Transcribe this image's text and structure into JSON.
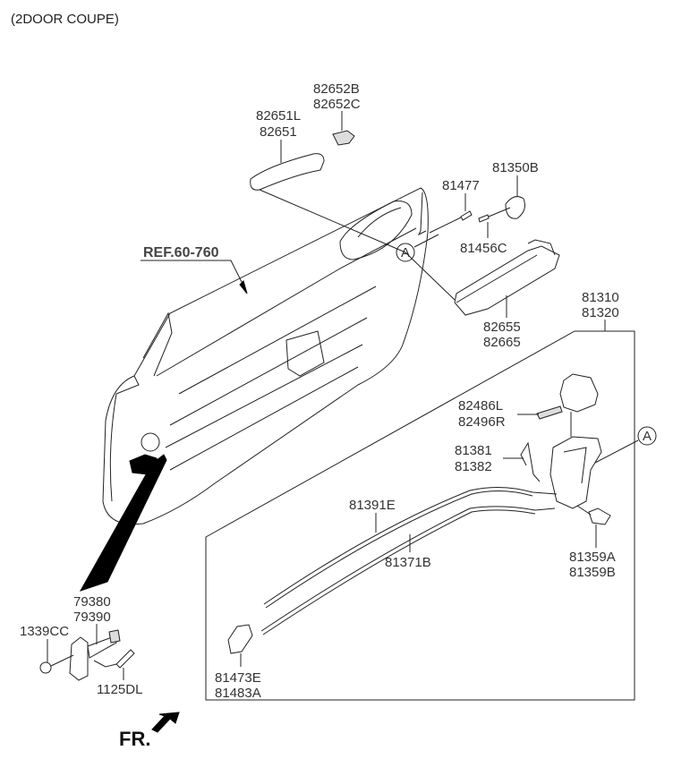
{
  "header": {
    "title": "(2DOOR COUPE)"
  },
  "reference": {
    "label": "REF.60-760"
  },
  "direction": {
    "label": "FR."
  },
  "callout": {
    "symbol": "A"
  },
  "parts": {
    "outer_handle": [
      "82651L",
      "82651"
    ],
    "handle_cover": [
      "82652B",
      "82652C"
    ],
    "bolt": [
      "81477"
    ],
    "key_cylinder_cover": [
      "81350B"
    ],
    "screw": [
      "81456C"
    ],
    "handle_bracket": [
      "82655",
      "82665"
    ],
    "latch_assembly": [
      "81310",
      "81320"
    ],
    "latch_cover": [
      "82486L",
      "82496R"
    ],
    "rod": [
      "81381",
      "81382"
    ],
    "cable_outside": [
      "81391E"
    ],
    "cable_inside": [
      "81371B"
    ],
    "actuator_clip": [
      "81359A",
      "81359B"
    ],
    "inside_handle": [
      "81473E",
      "81483A"
    ],
    "door_checker": [
      "79380",
      "79390"
    ],
    "nut": [
      "1339CC"
    ],
    "checker_bolt": [
      "1125DL"
    ]
  }
}
